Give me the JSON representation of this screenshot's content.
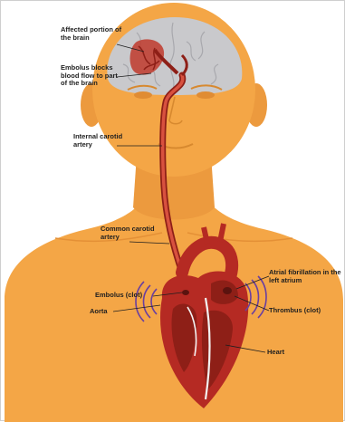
{
  "labels": {
    "affected": "Affected portion of the brain",
    "embolus_blocks": "Embolus blocks blood flow to part of the brain",
    "internal_carotid": "Internal carotid artery",
    "common_carotid": "Common carotid artery",
    "atrial_fib": "Atrial fibrillation in the left atrium",
    "embolus_clot": "Embolus (clot)",
    "thrombus": "Thrombus (clot)",
    "aorta": "Aorta",
    "heart": "Heart"
  },
  "colors": {
    "skin": "#f4a646",
    "skin_shade": "#e49036",
    "brain": "#c9c9cc",
    "artery": "#c0392b",
    "heart": "#b52a23",
    "vibration": "#6a3fa0"
  }
}
